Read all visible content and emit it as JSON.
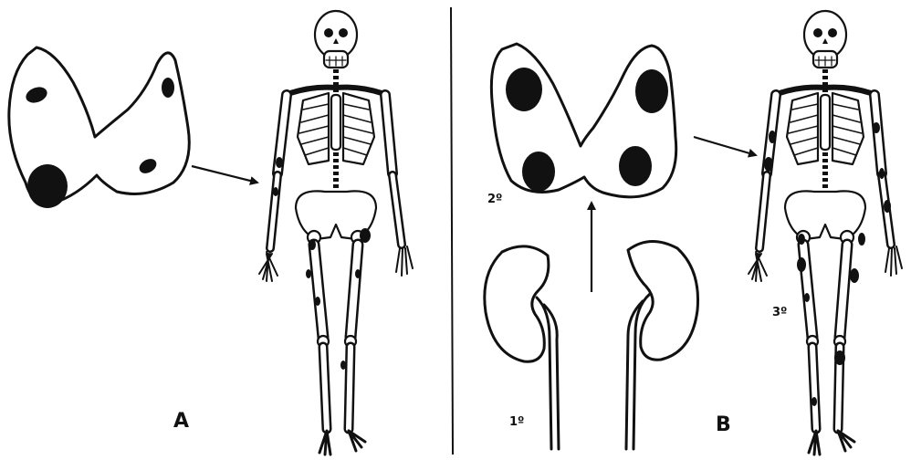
{
  "panels": {
    "left": {
      "label": "A"
    },
    "right": {
      "label": "B",
      "steps": [
        "1º",
        "2º",
        "3º"
      ]
    }
  },
  "colors": {
    "ink": "#111111",
    "paper": "#ffffff"
  }
}
